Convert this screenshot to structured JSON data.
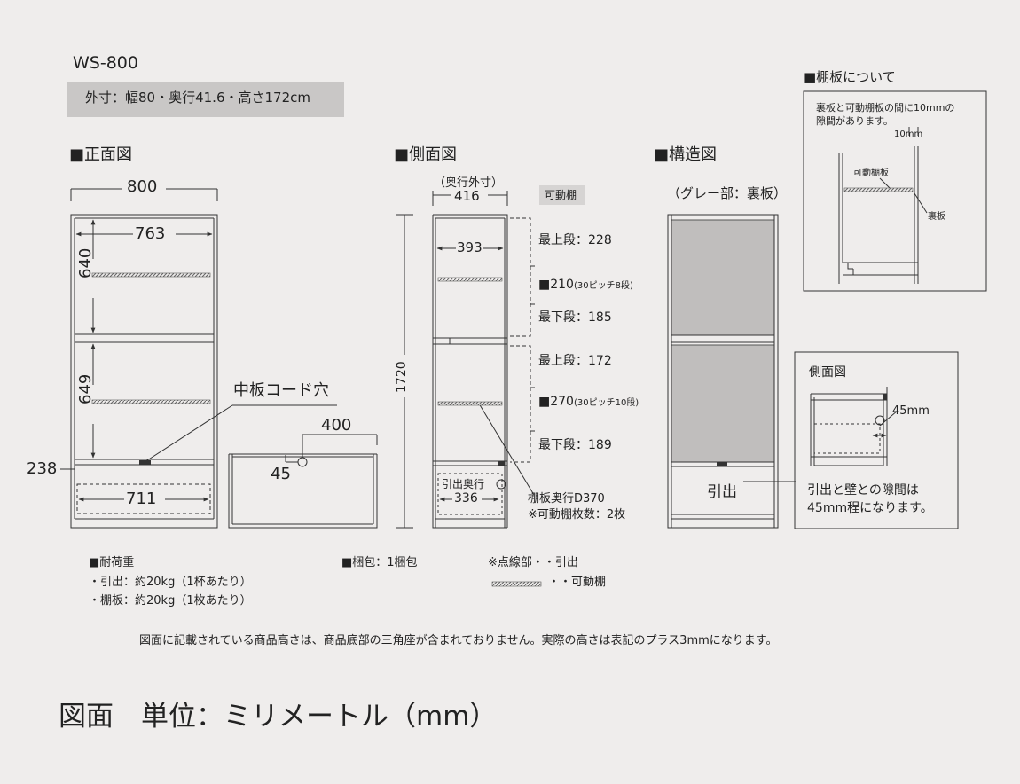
{
  "model": "WS-800",
  "dimensions": "外寸：幅80・奥行41.6・高さ172cm",
  "front_view": {
    "title": "■正面図",
    "width_outer": "800",
    "width_inner": "763",
    "upper_height": "640",
    "lower_height": "649",
    "drawer_height": "238",
    "drawer_width": "711",
    "cord_hole_label": "中板コード穴",
    "cord_width": "400",
    "cord_hole_size": "45"
  },
  "side_view": {
    "title": "■側面図",
    "depth_label": "（奥行外寸）",
    "depth_outer": "416",
    "depth_inner": "393",
    "height": "1720",
    "movable_label": "可動棚",
    "upper_top": "最上段：228",
    "upper_pitch": "■210",
    "upper_pitch_note": "(30ピッチ8段)",
    "upper_bottom": "最下段：185",
    "lower_top": "最上段：172",
    "lower_pitch": "■270",
    "lower_pitch_note": "(30ピッチ10段)",
    "lower_bottom": "最下段：189",
    "drawer_depth_label": "引出奥行",
    "drawer_depth": "336",
    "shelf_depth": "棚板奥行D370",
    "shelf_count": "※可動棚枚数：2枚"
  },
  "structure_view": {
    "title": "■構造図",
    "note": "（グレー部：裏板）",
    "drawer_label": "引出"
  },
  "shelf_detail": {
    "title": "■棚板について",
    "desc_line1": "裏板と可動棚板の間に10mmの",
    "desc_line2": "隙間があります。",
    "gap": "10mm",
    "shelf_label": "可動棚板",
    "back_label": "裏板"
  },
  "side_detail": {
    "title": "側面図",
    "gap": "45mm",
    "note_line1": "引出と壁との隙間は",
    "note_line2": "45mm程になります。"
  },
  "load": {
    "title": "■耐荷重",
    "drawer": "・引出：約20kg（1杯あたり）",
    "shelf": "・棚板：約20kg（1枚あたり）"
  },
  "package": "■梱包：1梱包",
  "legend": {
    "dotted": "※点線部・・引出",
    "hatched": "・・可動棚"
  },
  "footnote": "図面に記載されている商品高さは、商品底部の三角座が含まれておりません。実際の高さは表記のプラス3mmになります。",
  "footer_title": "図面　単位：ミリメートル（mm）",
  "colors": {
    "background": "#efedec",
    "header_band": "#c9c7c6",
    "back_panel": "#c0bebd",
    "line": "#333333"
  }
}
